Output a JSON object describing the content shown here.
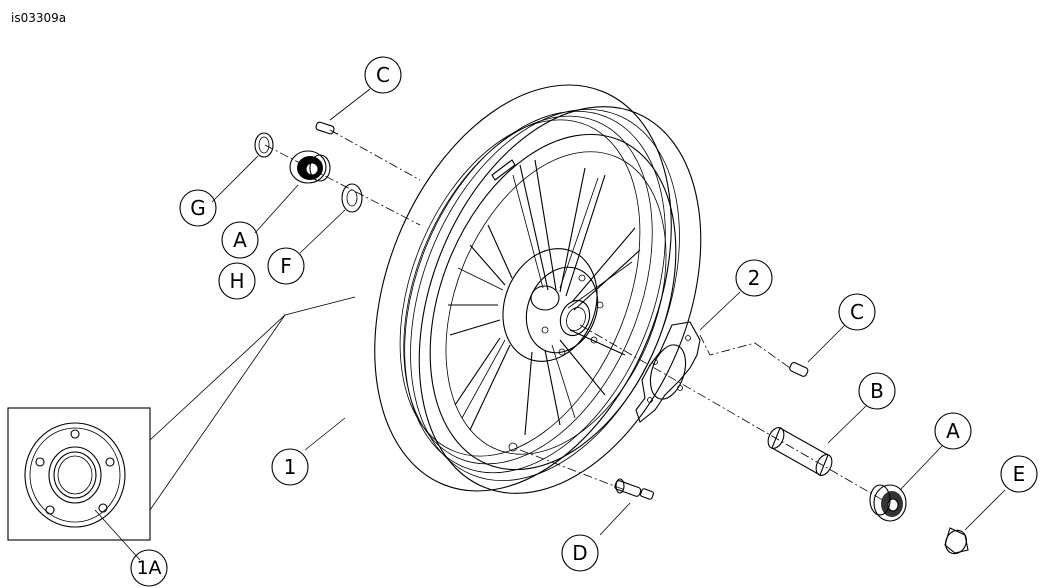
{
  "figure_id": "is03309a",
  "callouts": {
    "c_top": "C",
    "g": "G",
    "a_top": "A",
    "h": "H",
    "f": "F",
    "one_a": "1A",
    "one": "1",
    "two": "2",
    "c_right": "C",
    "b": "B",
    "a_right": "A",
    "e": "E",
    "d": "D"
  }
}
